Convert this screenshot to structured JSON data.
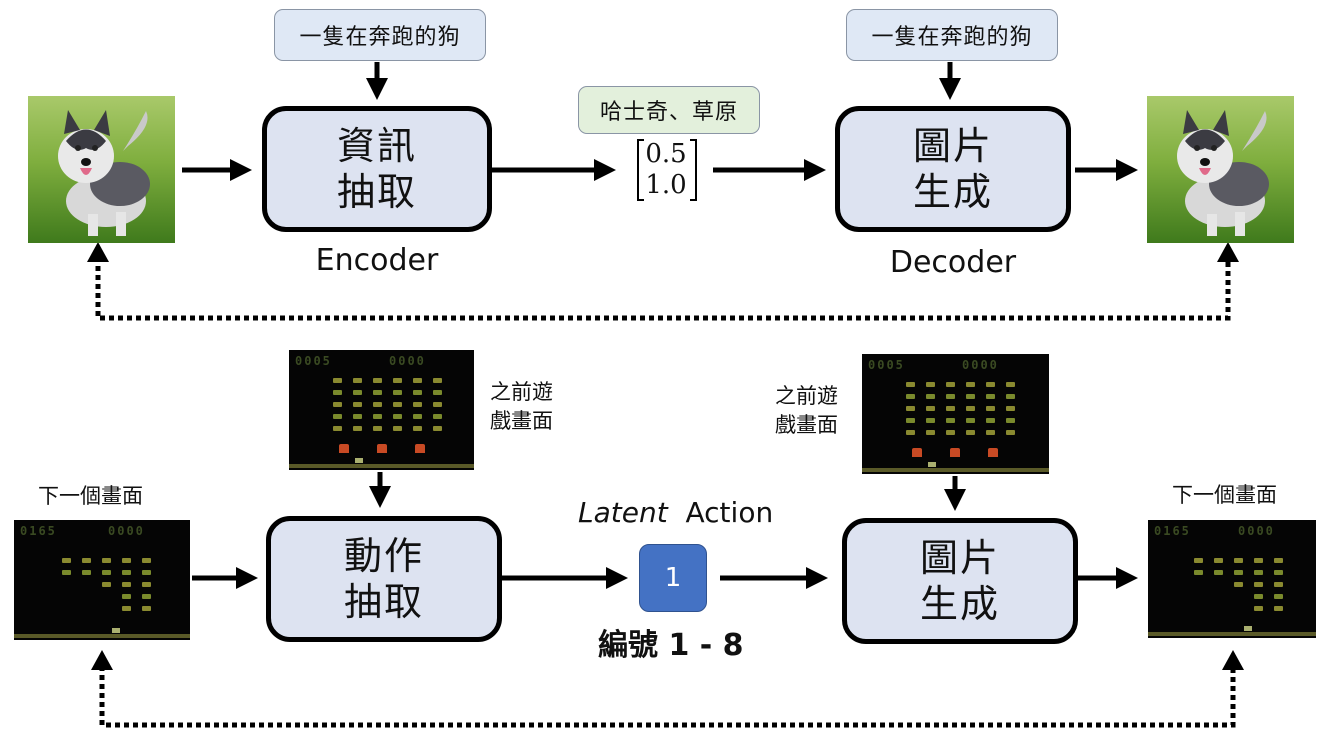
{
  "top": {
    "prompt_left": "一隻在奔跑的狗",
    "prompt_right": "一隻在奔跑的狗",
    "encoder_block": [
      "資訊",
      "抽取"
    ],
    "encoder_label": "Encoder",
    "latent_tag": "哈士奇、草原",
    "latent_vector": [
      "0.5",
      "1.0"
    ],
    "decoder_block": [
      "圖片",
      "生成"
    ],
    "decoder_label": "Decoder"
  },
  "bottom": {
    "prev_frame_label_left": [
      "之前遊",
      "戲畫面"
    ],
    "prev_frame_label_right": [
      "之前遊",
      "戲畫面"
    ],
    "next_frame_label_left": "下一個畫面",
    "next_frame_label_right": "下一個畫面",
    "action_block": [
      "動作",
      "抽取"
    ],
    "latent_action_italic": "Latent",
    "latent_action_word": "Action",
    "action_value": "1",
    "action_range": "編號 1 - 8",
    "gen_block": [
      "圖片",
      "生成"
    ],
    "score_prev": [
      "0005",
      "0000"
    ],
    "score_next": [
      "0165",
      "0000"
    ]
  },
  "colors": {
    "block_fill": "#dde3f1",
    "prompt_fill": "#dfe8f5",
    "latent_tag_fill": "#e3f0dc",
    "action_box_fill": "#4472c4"
  },
  "icons": [
    "husky-dog-image-input",
    "husky-dog-image-output",
    "space-invaders-frame"
  ]
}
